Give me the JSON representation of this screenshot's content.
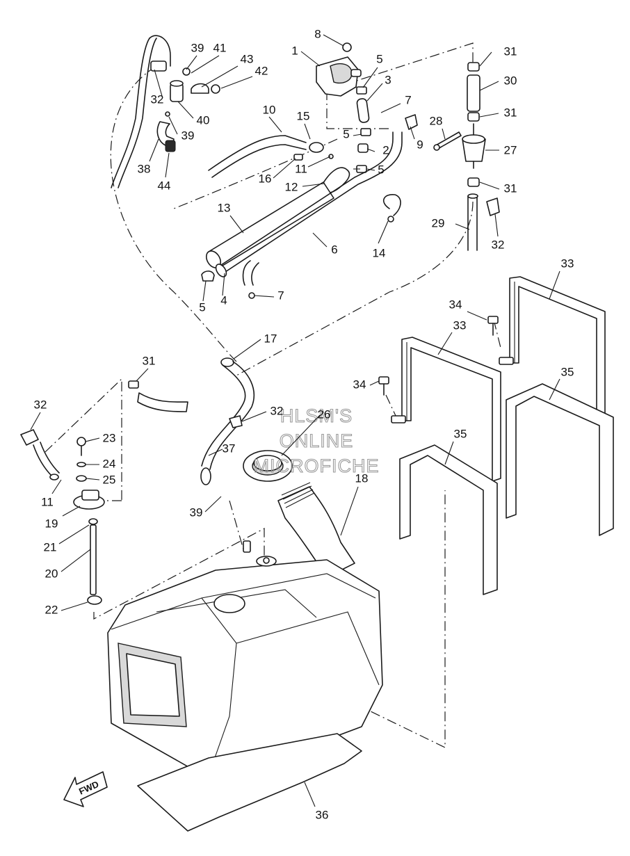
{
  "watermark": {
    "line1": "HLSM'S",
    "line2": "ONLINE",
    "line3": "MICROFICHE"
  },
  "direction_label": "FWD",
  "callouts": [
    {
      "id": "c1",
      "label": "1"
    },
    {
      "id": "c2",
      "label": "2"
    },
    {
      "id": "c3",
      "label": "3"
    },
    {
      "id": "c4",
      "label": "4"
    },
    {
      "id": "c5a",
      "label": "5"
    },
    {
      "id": "c5b",
      "label": "5"
    },
    {
      "id": "c5c",
      "label": "5"
    },
    {
      "id": "c5d",
      "label": "5"
    },
    {
      "id": "c6",
      "label": "6"
    },
    {
      "id": "c7a",
      "label": "7"
    },
    {
      "id": "c7b",
      "label": "7"
    },
    {
      "id": "c8",
      "label": "8"
    },
    {
      "id": "c9",
      "label": "9"
    },
    {
      "id": "c10",
      "label": "10"
    },
    {
      "id": "c11a",
      "label": "11"
    },
    {
      "id": "c11b",
      "label": "11"
    },
    {
      "id": "c12",
      "label": "12"
    },
    {
      "id": "c13",
      "label": "13"
    },
    {
      "id": "c14",
      "label": "14"
    },
    {
      "id": "c15",
      "label": "15"
    },
    {
      "id": "c16",
      "label": "16"
    },
    {
      "id": "c17",
      "label": "17"
    },
    {
      "id": "c18",
      "label": "18"
    },
    {
      "id": "c19",
      "label": "19"
    },
    {
      "id": "c20",
      "label": "20"
    },
    {
      "id": "c21",
      "label": "21"
    },
    {
      "id": "c22",
      "label": "22"
    },
    {
      "id": "c23",
      "label": "23"
    },
    {
      "id": "c24",
      "label": "24"
    },
    {
      "id": "c25",
      "label": "25"
    },
    {
      "id": "c26",
      "label": "26"
    },
    {
      "id": "c27",
      "label": "27"
    },
    {
      "id": "c28",
      "label": "28"
    },
    {
      "id": "c29",
      "label": "29"
    },
    {
      "id": "c30",
      "label": "30"
    },
    {
      "id": "c31a",
      "label": "31"
    },
    {
      "id": "c31b",
      "label": "31"
    },
    {
      "id": "c31c",
      "label": "31"
    },
    {
      "id": "c31d",
      "label": "31"
    },
    {
      "id": "c32a",
      "label": "32"
    },
    {
      "id": "c32b",
      "label": "32"
    },
    {
      "id": "c32c",
      "label": "32"
    },
    {
      "id": "c32d",
      "label": "32"
    },
    {
      "id": "c33a",
      "label": "33"
    },
    {
      "id": "c33b",
      "label": "33"
    },
    {
      "id": "c34a",
      "label": "34"
    },
    {
      "id": "c34b",
      "label": "34"
    },
    {
      "id": "c35a",
      "label": "35"
    },
    {
      "id": "c35b",
      "label": "35"
    },
    {
      "id": "c36",
      "label": "36"
    },
    {
      "id": "c37",
      "label": "37"
    },
    {
      "id": "c38",
      "label": "38"
    },
    {
      "id": "c39a",
      "label": "39"
    },
    {
      "id": "c39b",
      "label": "39"
    },
    {
      "id": "c39c",
      "label": "39"
    },
    {
      "id": "c40",
      "label": "40"
    },
    {
      "id": "c41",
      "label": "41"
    },
    {
      "id": "c42",
      "label": "42"
    },
    {
      "id": "c43",
      "label": "43"
    },
    {
      "id": "c44",
      "label": "44"
    }
  ]
}
